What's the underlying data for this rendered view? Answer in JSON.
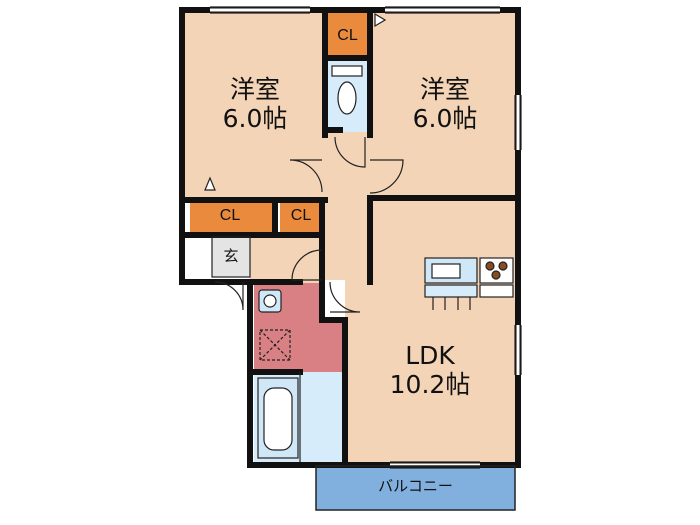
{
  "rooms": {
    "western_room_left": {
      "name": "洋室",
      "size": "6.0帖"
    },
    "western_room_right": {
      "name": "洋室",
      "size": "6.0帖"
    },
    "ldk": {
      "name": "LDK",
      "size": "10.2帖"
    },
    "entrance": {
      "name": "玄"
    },
    "balcony": {
      "name": "バルコニー"
    }
  },
  "closets": {
    "top_center": "CL",
    "left_lower": "CL",
    "middle_lower": "CL"
  },
  "colors": {
    "room_floor": "#f4d4b6",
    "closet": "#ea8a3c",
    "bathroom_sink": "#d88084",
    "water_area": "#d6ecfa",
    "balcony": "#82b0de",
    "entrance": "#e4e4e4",
    "wall": "#111111"
  }
}
